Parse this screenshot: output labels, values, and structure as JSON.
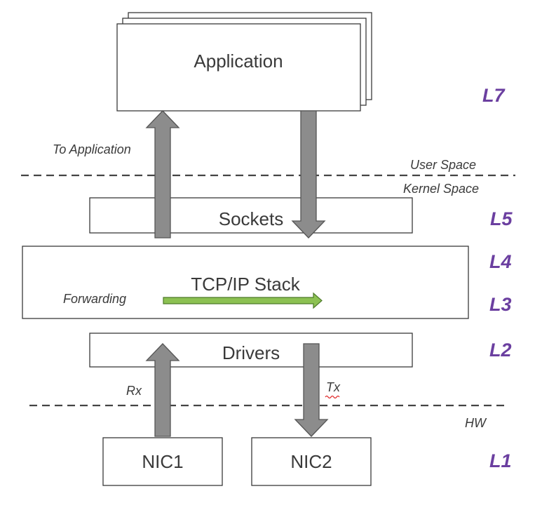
{
  "boxes": {
    "application": "Application",
    "sockets": "Sockets",
    "tcpip": "TCP/IP Stack",
    "drivers": "Drivers",
    "nic1": "NIC1",
    "nic2": "NIC2"
  },
  "notes": {
    "to_application": "To Application",
    "user_space": "User Space",
    "kernel_space": "Kernel Space",
    "forwarding": "Forwarding",
    "rx": "Rx",
    "tx": "Tx",
    "hw": "HW"
  },
  "layers": {
    "l7": "L7",
    "l5": "L5",
    "l4": "L4",
    "l3": "L3",
    "l2": "L2",
    "l1": "L1"
  },
  "colors": {
    "layer_label": "#6b3fa0",
    "arrow_grey": "#8c8c8c",
    "arrow_green": "#8cc152",
    "box_stroke": "#3a3a3a"
  }
}
